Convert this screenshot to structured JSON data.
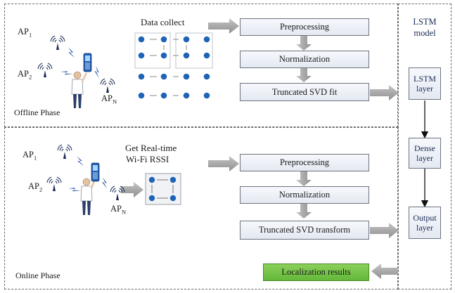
{
  "offline": {
    "phase_label": "Offline Phase",
    "data_collect": "Data collect",
    "ap1": {
      "base": "AP",
      "sub": "1"
    },
    "ap2": {
      "base": "AP",
      "sub": "2"
    },
    "apn": {
      "base": "AP",
      "sub": "N"
    },
    "steps": [
      "Preprocessing",
      "Normalization",
      "Truncated SVD fit"
    ]
  },
  "online": {
    "phase_label": "Online Phase",
    "realtime_line1": "Get Real-time",
    "realtime_line2": "Wi-Fi RSSI",
    "ap1": {
      "base": "AP",
      "sub": "1"
    },
    "ap2": {
      "base": "AP",
      "sub": "2"
    },
    "apn": {
      "base": "AP",
      "sub": "N"
    },
    "steps": [
      "Preprocessing",
      "Normalization",
      "Truncated SVD transform"
    ]
  },
  "model": {
    "title_line1": "LSTM",
    "title_line2": "model",
    "layers": [
      {
        "line1": "LSTM",
        "line2": "layer"
      },
      {
        "line1": "Dense",
        "line2": "layer"
      },
      {
        "line1": "Output",
        "line2": "layer"
      }
    ]
  },
  "result": "Localization results",
  "colors": {
    "dot": "#1f63b6",
    "arrow_fill": "#a8a8a8",
    "box_border": "#6b7480",
    "result_fill": "#6cc040",
    "phone": "#2560b0",
    "person_shirt": "#ffffff",
    "person_pants": "#2a3f6a"
  }
}
